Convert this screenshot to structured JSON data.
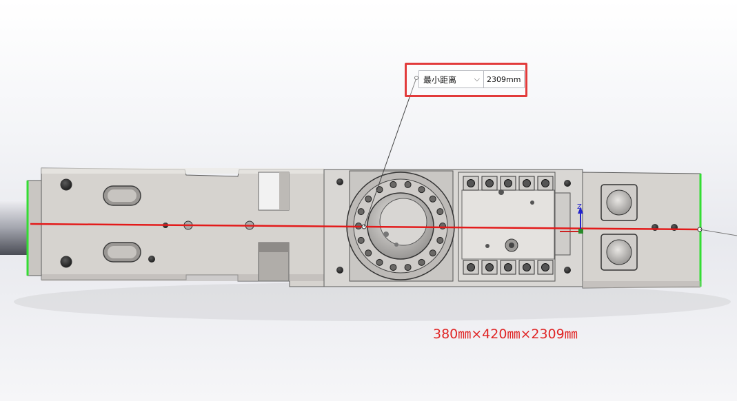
{
  "measure_popup": {
    "mode_label": "最小距离",
    "value": "2309mm"
  },
  "axis_triad": {
    "z_label": "Z"
  },
  "dimensions_caption": "380㎜×420㎜×2309㎜",
  "colors": {
    "measure_line": "#e31a1a",
    "highlight_edge": "#33dd33",
    "body_fill": "#d6d3cf",
    "callout_border": "#e23b3b"
  }
}
